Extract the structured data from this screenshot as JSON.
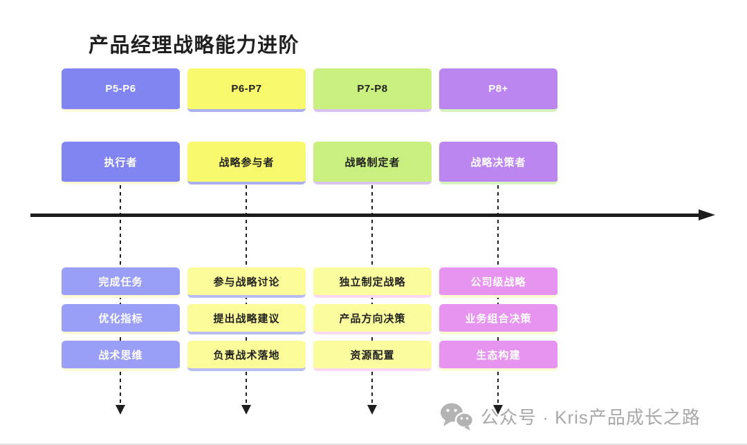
{
  "title": "产品经理战略能力进阶",
  "columns": [
    {
      "level": "P5-P6",
      "role": "执行者",
      "items": [
        "完成任务",
        "优化指标",
        "战术思维"
      ],
      "colors": {
        "main": "#8185f2",
        "item": "#9b9ef7",
        "text": "#ffffff",
        "header_strip": "#fdfad6",
        "item_strip": "#fdfad6"
      }
    },
    {
      "level": "P6-P7",
      "role": "战略参与者",
      "items": [
        "参与战略讨论",
        "提出战略建议",
        "负责战术落地"
      ],
      "colors": {
        "main": "#f8f96d",
        "item": "#fbfc99",
        "text": "#1f1f1f",
        "header_strip": "#a9aff0",
        "item_strip": "#b7bcf4"
      }
    },
    {
      "level": "P7-P8",
      "role": "战略制定者",
      "items": [
        "独立制定战略",
        "产品方向决策",
        "资源配置"
      ],
      "colors": {
        "main": "#c9ef7e",
        "item": "#fbfc9e",
        "text": "#1f1f1f",
        "header_strip": "#d8c3f2",
        "item_strip": "#f9d9f2"
      }
    },
    {
      "level": "P8+",
      "role": "战略决策者",
      "items": [
        "公司级战略",
        "业务组合决策",
        "生态构建"
      ],
      "colors": {
        "main": "#bc86f1",
        "item": "#e694ef",
        "text": "#ffffff",
        "header_strip": "#d6f2bd",
        "item_strip": "#fdfbd2"
      }
    }
  ],
  "watermark": {
    "icon": "wechat-icon",
    "text": "公众号 · Kris产品成长之路",
    "color": "#a8a8a8"
  },
  "timeline": {
    "direction": "right",
    "color": "#1c1c1c"
  }
}
